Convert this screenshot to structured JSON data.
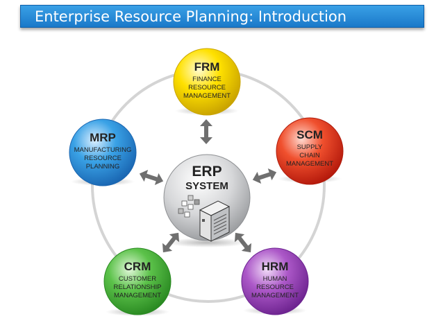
{
  "header": {
    "title": "Enterprise Resource Planning: Introduction"
  },
  "center": {
    "title": "ERP",
    "subtitle": "SYSTEM"
  },
  "nodes": {
    "frm": {
      "abbr": "FRM",
      "lines": [
        "FINANCE",
        "RESOURCE",
        "MANAGEMENT"
      ],
      "color": "#f2d600"
    },
    "scm": {
      "abbr": "SCM",
      "lines": [
        "SUPPLY",
        "CHAIN",
        "MANAGEMENT"
      ],
      "color": "#e8331c"
    },
    "hrm": {
      "abbr": "HRM",
      "lines": [
        "HUMAN",
        "RESOURCE",
        "MANAGEMENT"
      ],
      "color": "#9a3fb6"
    },
    "crm": {
      "abbr": "CRM",
      "lines": [
        "CUSTOMER",
        "RELATIONSHIP",
        "MANAGEMENT"
      ],
      "color": "#4bb43a"
    },
    "mrp": {
      "abbr": "MRP",
      "lines": [
        "MANUFACTURING",
        "RESOURCE",
        "PLANNING"
      ],
      "color": "#2f93d8"
    }
  }
}
